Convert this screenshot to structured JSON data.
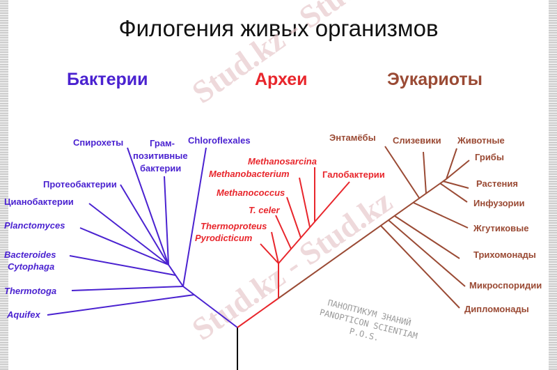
{
  "title": "Филогения живых организмов",
  "colors": {
    "bacteria": "#4a22d0",
    "archaea": "#e8262c",
    "eukaryota": "#9a4a34",
    "root": "#000000",
    "title": "#111111"
  },
  "groups": {
    "bacteria": {
      "label": "Бактерии",
      "leaves": [
        "Спирохеты",
        "Грам-",
        "позитивные",
        "бактерии",
        "Chloroflexales",
        "Протеобактерии",
        "Цианобактерии",
        "Planctomyces",
        "Bacteroides",
        "Cytophaga",
        "Thermotoga",
        "Aquifex"
      ]
    },
    "archaea": {
      "label": "Археи",
      "leaves": [
        "Methanosarcina",
        "Methanobacterium",
        "Галобактерии",
        "Methanococcus",
        "T. celer",
        "Thermoproteus",
        "Pyrodicticum"
      ]
    },
    "eukaryota": {
      "label": "Эукариоты",
      "leaves": [
        "Энтамёбы",
        "Слизевики",
        "Животные",
        "Грибы",
        "Растения",
        "Инфузории",
        "Жгутиковые",
        "Трихомонады",
        "Микроспоридии",
        "Дипломонады"
      ]
    }
  },
  "watermark": {
    "text": "Stud.kz - Stud.kz",
    "stamp": [
      "ПАНОПТИКУМ ЗНАНИЙ",
      "PANOPTICON SCIENTIAM",
      "P.O.S."
    ]
  }
}
